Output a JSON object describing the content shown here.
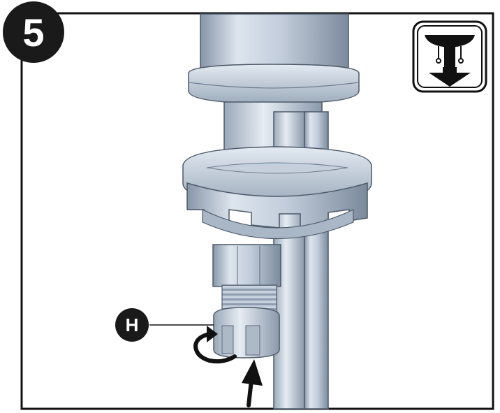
{
  "step": {
    "number": "5"
  },
  "callout": {
    "label": "H"
  },
  "icons": {
    "step_badge": "step-number-badge",
    "install_icon": "under-sink-mount-arrow-down-icon",
    "rotate_arrow": "rotate-arrow-icon",
    "push_up_arrow": "push-up-arrow-icon"
  },
  "colors": {
    "frame": "#111111",
    "badge": "#1a1a1a",
    "metal_light": "#dfe6ee",
    "metal_mid": "#b5c2d0",
    "metal_dark": "#7f8fa1"
  }
}
